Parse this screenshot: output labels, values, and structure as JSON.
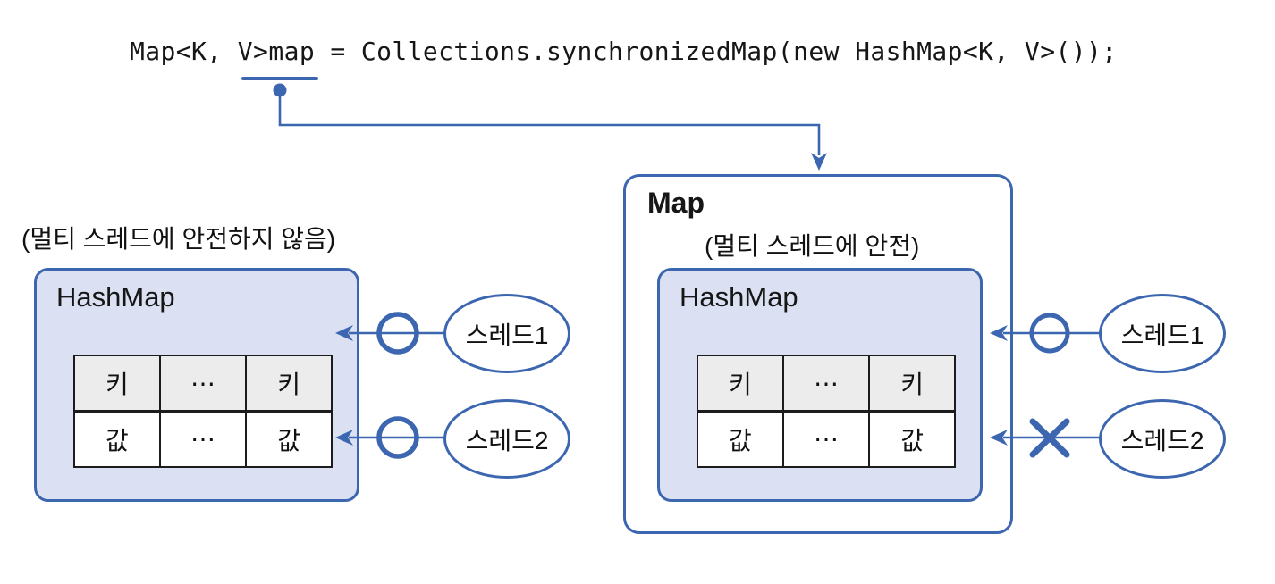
{
  "code": {
    "text": "Map<K, V>map = Collections.synchronizedMap(new HashMap<K, V>());",
    "highlighted_token": "map"
  },
  "colors": {
    "accent_blue": "#3c66b0",
    "panel_fill": "#dbe1f3",
    "table_header_gray": "#ececec",
    "text_black": "#1a1a1a"
  },
  "left_panel": {
    "caption": "(멀티 스레드에 안전하지 않음)",
    "title": "HashMap",
    "table": {
      "rows": [
        [
          "키",
          "⋯",
          "키"
        ],
        [
          "값",
          "⋯",
          "값"
        ]
      ]
    },
    "threads": [
      {
        "label": "스레드1",
        "access": "allowed"
      },
      {
        "label": "스레드2",
        "access": "allowed"
      }
    ]
  },
  "right_panel": {
    "title": "Map",
    "caption": "(멀티 스레드에 안전)",
    "inner_title": "HashMap",
    "table": {
      "rows": [
        [
          "키",
          "⋯",
          "키"
        ],
        [
          "값",
          "⋯",
          "값"
        ]
      ]
    },
    "threads": [
      {
        "label": "스레드1",
        "access": "allowed"
      },
      {
        "label": "스레드2",
        "access": "blocked"
      }
    ]
  }
}
